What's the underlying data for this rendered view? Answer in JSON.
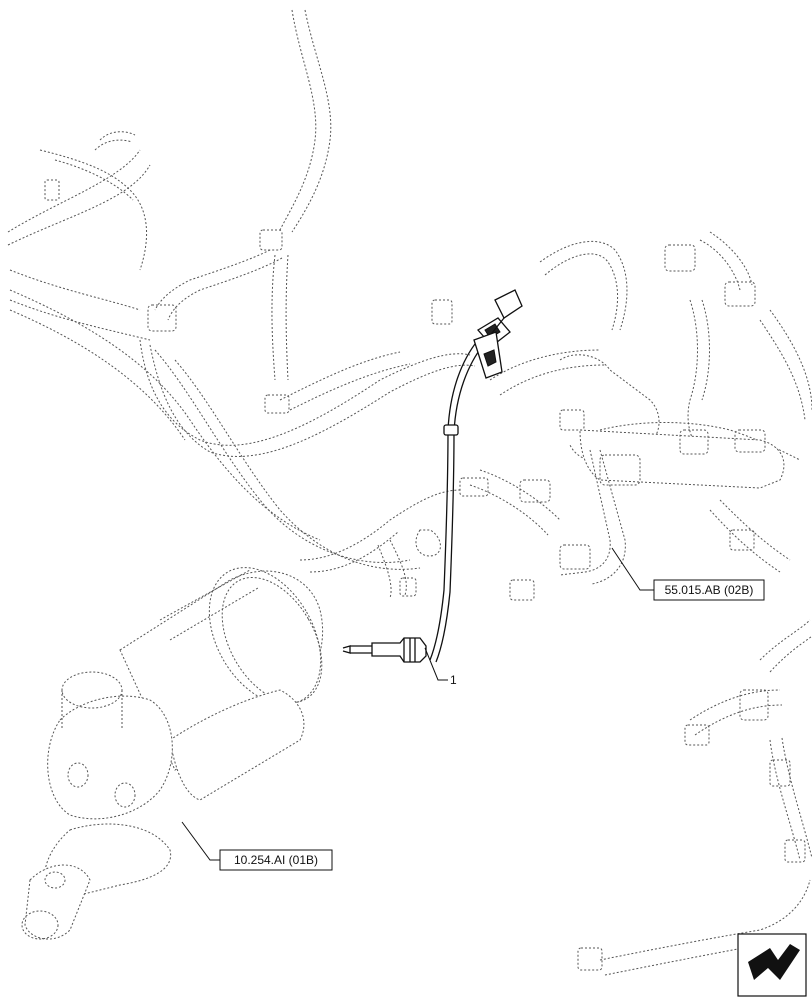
{
  "diagram": {
    "item_number": "1",
    "references": [
      {
        "id": "ref-harness",
        "label": "55.015.AB (02B)"
      },
      {
        "id": "ref-exhaust",
        "label": "10.254.AI (01B)"
      }
    ],
    "nav_icon": "next-page-arrow-icon"
  }
}
